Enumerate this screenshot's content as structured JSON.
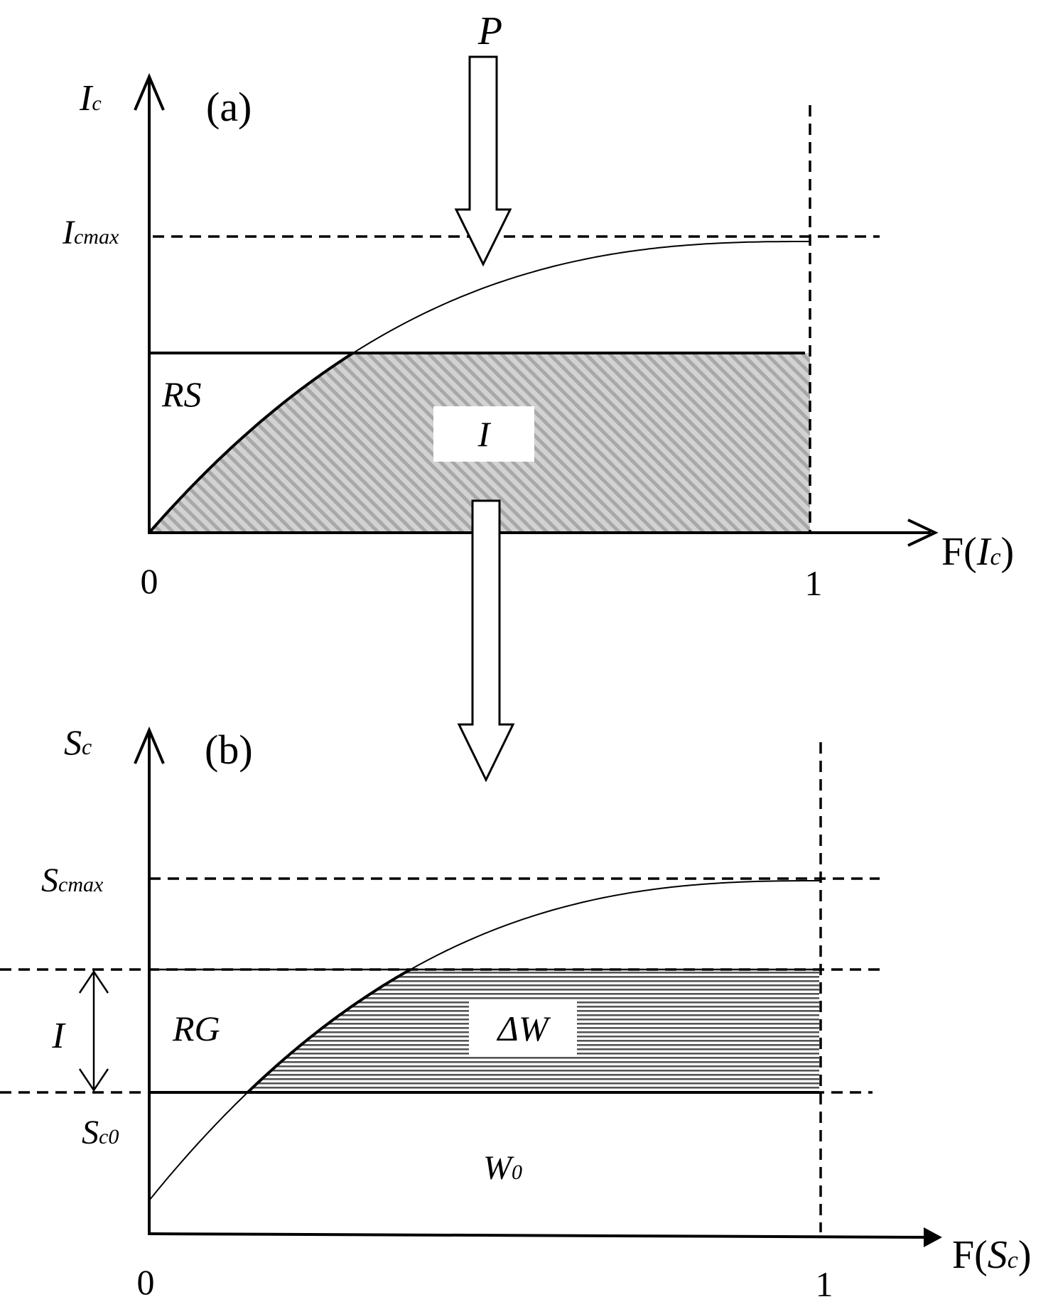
{
  "top_arrow_label": "P",
  "panel_a": {
    "tag": "(a)",
    "y_axis_label": {
      "main": "I",
      "sub": "c"
    },
    "x_axis_label": {
      "pre": "F(",
      "main": "I",
      "sub": "c",
      "post": ")"
    },
    "max_label": {
      "main": "I",
      "sub": "cmax"
    },
    "origin_label": "0",
    "end_label": "1",
    "region_rs": "RS",
    "region_i": "I"
  },
  "panel_b": {
    "tag": "(b)",
    "y_axis_label": {
      "main": "S",
      "sub": "c"
    },
    "x_axis_label": {
      "pre": "F(",
      "main": "S",
      "sub": "c",
      "post": ")"
    },
    "max_label": {
      "main": "S",
      "sub": "cmax"
    },
    "s0_label": {
      "main": "S",
      "sub": "c0"
    },
    "origin_label": "0",
    "end_label": "1",
    "region_rg": "RG",
    "region_dw": "ΔW",
    "region_w0": {
      "main": "W",
      "sub": "0"
    },
    "range_label": "I"
  }
}
